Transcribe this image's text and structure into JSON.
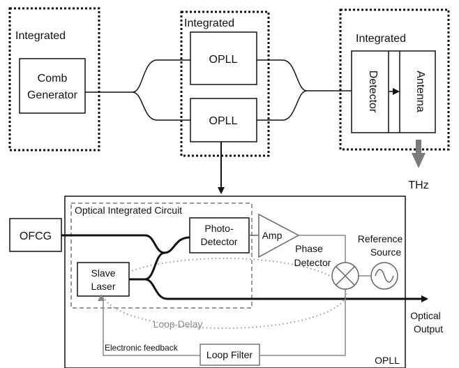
{
  "top": {
    "left_group_label": "Integrated",
    "comb_generator": [
      "Comb",
      "Generator"
    ],
    "middle_group_label": "Integrated",
    "opll_top": "OPLL",
    "opll_bottom": "OPLL",
    "right_group_label": "Integrated",
    "detector": "Detector",
    "antenna": "Antenna",
    "thz": "THz"
  },
  "bottom": {
    "outer_label": "OPLL",
    "oic_label": "Optical Integrated Circuit",
    "ofcg": "OFCG",
    "photo_detector": [
      "Photo-",
      "Detector"
    ],
    "amp": "Amp",
    "phase_detector": [
      "Phase",
      "Detector"
    ],
    "reference_source": [
      "Reference",
      "Source"
    ],
    "slave_laser": [
      "Slave",
      "Laser"
    ],
    "loop_delay": "Loop Delay",
    "electronic_feedback": "Electronic feedback",
    "loop_filter": "Loop Filter",
    "optical_output": [
      "Optical",
      "Output"
    ]
  },
  "colors": {
    "line": "#111111",
    "feedback_line": "#8a8a8a",
    "thz_arrow": "#7a7a7a",
    "loop_delay_dots": "#9a9a9a"
  }
}
